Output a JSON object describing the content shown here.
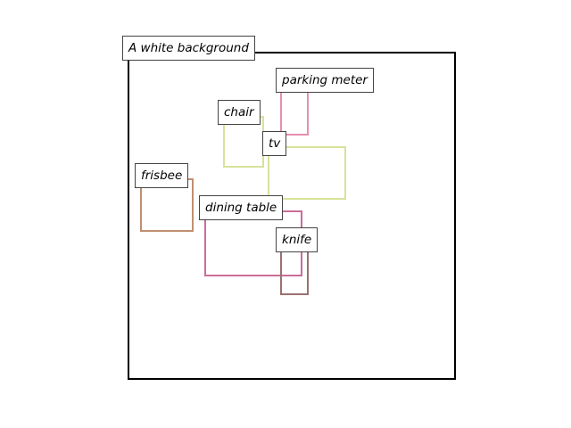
{
  "scene": {
    "caption": "A white background",
    "frame_color": "#000000",
    "objects": [
      {
        "id": "parking-meter",
        "label": "parking meter",
        "color": "#e58fb0"
      },
      {
        "id": "chair",
        "label": "chair",
        "color": "#d6e39a"
      },
      {
        "id": "tv",
        "label": "tv",
        "color": "#d6e39a"
      },
      {
        "id": "frisbee",
        "label": "frisbee",
        "color": "#bf9070"
      },
      {
        "id": "dining-table",
        "label": "dining table",
        "color": "#cc6c9a"
      },
      {
        "id": "knife",
        "label": "knife",
        "color": "#9c7070"
      }
    ]
  }
}
